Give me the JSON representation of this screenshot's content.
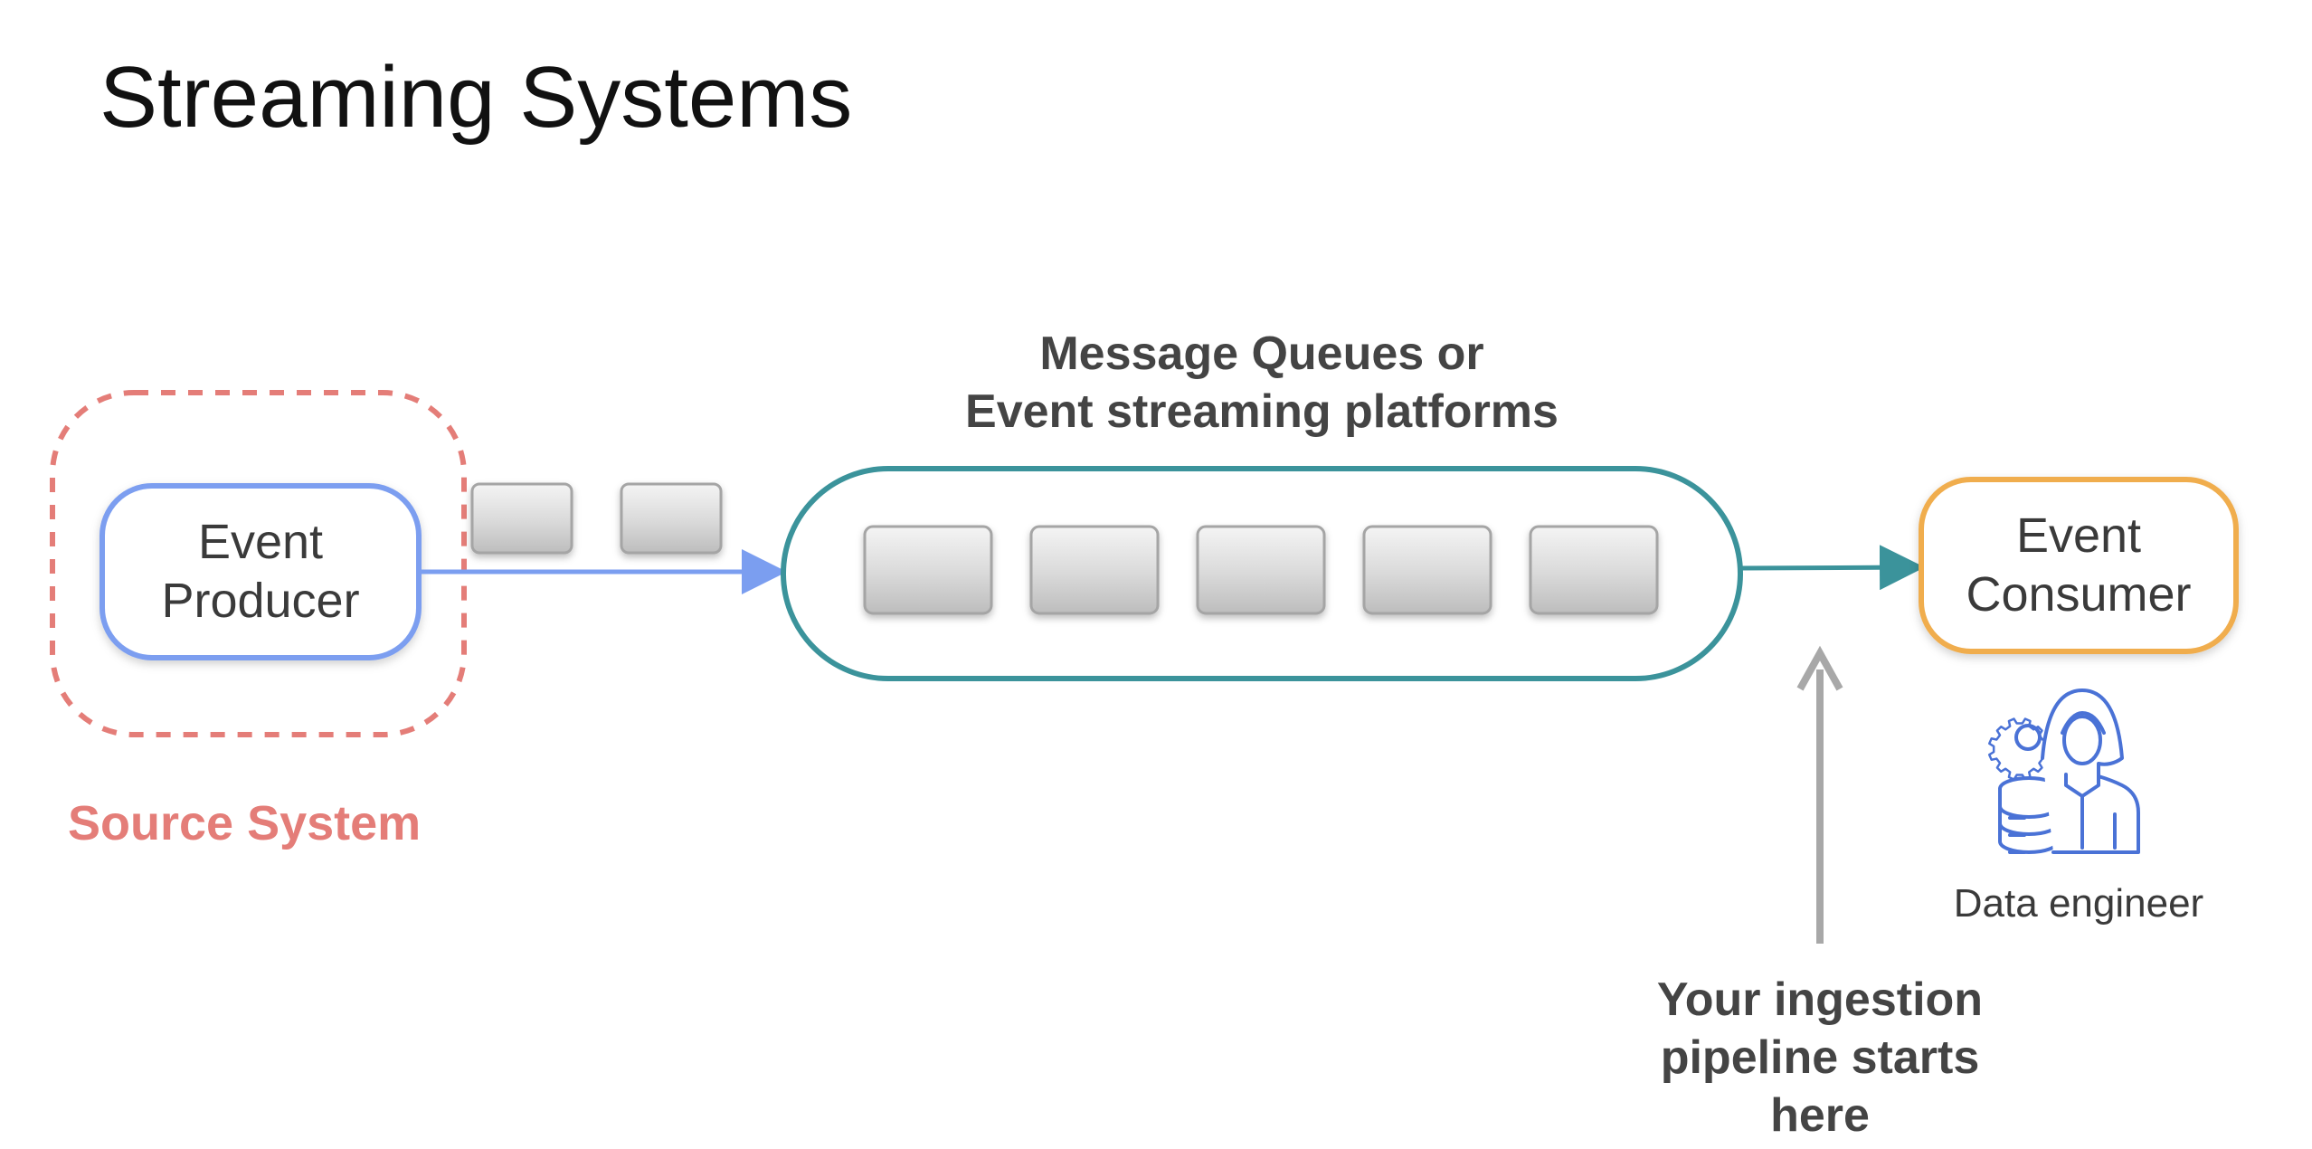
{
  "title": "Streaming Systems",
  "source_system": {
    "label": "Source System",
    "producer": {
      "line1": "Event",
      "line2": "Producer"
    }
  },
  "platform": {
    "label_line1": "Message Queues or",
    "label_line2": "Event streaming platforms",
    "queued_messages": 5
  },
  "in_flight_messages": 2,
  "consumer": {
    "line1": "Event",
    "line2": "Consumer",
    "role": "Data engineer",
    "icon": "data-engineer-icon"
  },
  "ingestion_note": {
    "line1": "Your ingestion",
    "line2": "pipeline starts",
    "line3": "here"
  },
  "colors": {
    "source_dashed": "#e47d78",
    "producer_border": "#7b9ef0",
    "producer_arrow": "#7b9ef0",
    "platform_border": "#3b939b",
    "consumer_border": "#f0ad4e",
    "engineer_icon": "#4a72d6",
    "ingestion_arrow": "#a8a8a8"
  }
}
